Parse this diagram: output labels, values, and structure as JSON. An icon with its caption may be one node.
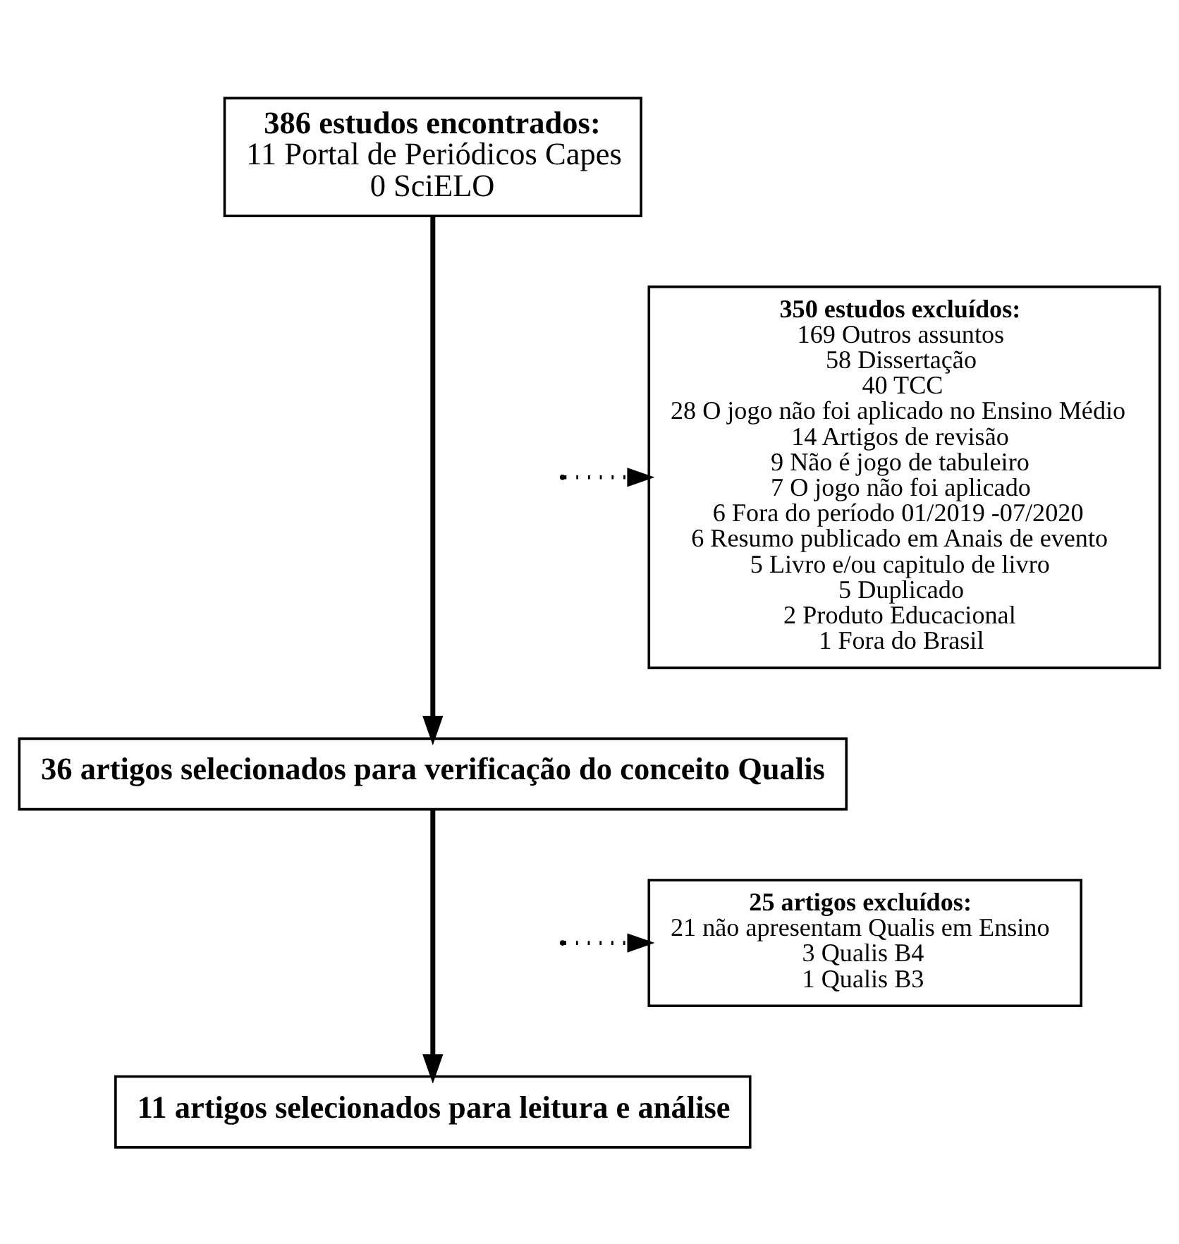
{
  "diagram": {
    "nodes": [
      {
        "text": [
          "386 estudos encontrados:",
          "11 Portal de Periódicos Capes",
          "0 SciELO"
        ]
      },
      {
        "text": [
          "350 estudos excluídos:",
          "169 Outros assuntos",
          "58 Dissertação",
          "40 TCC",
          "28 O jogo não foi aplicado no Ensino Médio",
          "14 Artigos de revisão",
          "9 Não é jogo de tabuleiro",
          "7 O jogo não foi aplicado",
          "6 Fora do período 01/2019 -07/2020",
          "6 Resumo publicado em Anais de evento",
          "5 Livro e/ou capitulo de livro",
          "5 Duplicado",
          "2 Produto Educacional",
          "1 Fora do Brasil"
        ]
      },
      {
        "text": [
          "36 artigos selecionados para verificação do conceito Qualis"
        ]
      },
      {
        "text": [
          "25 artigos excluídos:",
          "21 não apresentam Qualis em Ensino",
          "3 Qualis B4",
          "1 Qualis B3"
        ]
      },
      {
        "text": [
          "11 artigos selecionados para leitura e análise"
        ]
      }
    ],
    "edges": [
      {
        "from": 0,
        "to": 2,
        "arrow": "to"
      },
      {
        "from": null,
        "to": 1,
        "arrow": "to",
        "style": "dashed"
      },
      {
        "from": 2,
        "to": 4,
        "arrow": "to"
      },
      {
        "from": null,
        "to": 3,
        "arrow": "to",
        "style": "dashed"
      }
    ]
  }
}
